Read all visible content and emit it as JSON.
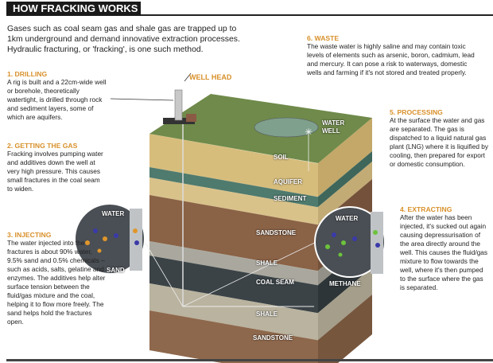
{
  "title": "HOW FRACKING WORKS",
  "intro": "Gases such as coal seam gas and shale gas are trapped up to 1km underground and demand innovative extraction processes. Hydraulic fracturing, or 'fracking', is one such method.",
  "steps": [
    {
      "heading": "1. DRILLING",
      "text": "A rig is built and a 22cm-wide well or borehole, theoretically watertight, is drilled through rock and sediment layers, some of which are aquifers."
    },
    {
      "heading": "2. GETTING THE GAS",
      "text": "Fracking involves pumping water and additives down the well at very high pressure. This causes small fractures in the coal seam to widen."
    },
    {
      "heading": "3. INJECTING",
      "text": "The water injected into the fractures is about 90% water, 9.5% sand and 0.5% chemicals – such as acids, salts, gelatine and enzymes. The additives help alter surface tension between the fluid/gas mixture and the coal, helping it to flow more freely. The sand helps hold the fractures open."
    },
    {
      "heading": "4. EXTRACTING",
      "text": "After the water has been injected, it's sucked out again causing depressurisation of the area directly around the well. This causes the fluid/gas mixture to flow towards the well, where it's then pumped to the surface where the gas is separated."
    },
    {
      "heading": "5. PROCESSING",
      "text": "At the surface the water and gas are separated. The gas is dispatched to a liquid natural gas plant (LNG) where it is liquified by cooling, then prepared for export or domestic consumption."
    },
    {
      "heading": "6. WASTE",
      "text": "The waste water is highly saline and may contain toxic levels of elements such as arsenic, boron, cadmium, lead and mercury. It can pose a risk to waterways, domestic wells and farming if it's not stored and treated properly."
    }
  ],
  "labels": {
    "well_head": "WELL HEAD",
    "water_well": "WATER WELL",
    "water_left": "WATER",
    "sand": "SAND",
    "water_right": "WATER",
    "methane": "METHANE"
  },
  "layers": [
    "SOIL",
    "AQUIFER",
    "SEDIMENT",
    "SANDSTONE",
    "SHALE",
    "COAL SEAM",
    "SHALE",
    "SANDSTONE"
  ],
  "colors": {
    "heading": "#d8902a",
    "title_bg": "#1a1a1a"
  }
}
